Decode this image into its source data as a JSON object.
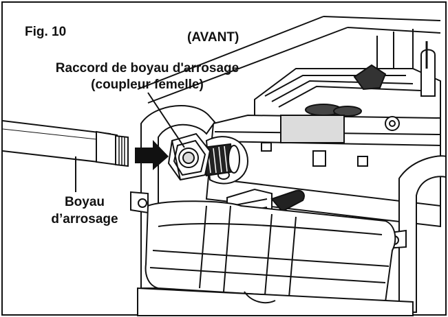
{
  "figure": {
    "fig_label": "Fig. 10",
    "front_label": "(AVANT)",
    "coupler_label": {
      "line1": "Raccord de boyau d'arrosage",
      "line2": "(coupleur femelle)"
    },
    "hose_label": {
      "line1": "Boyau",
      "line2": "d’arrosage"
    }
  },
  "colors": {
    "line": "#111111",
    "background": "#ffffff",
    "shade": "#dcdcdc"
  }
}
